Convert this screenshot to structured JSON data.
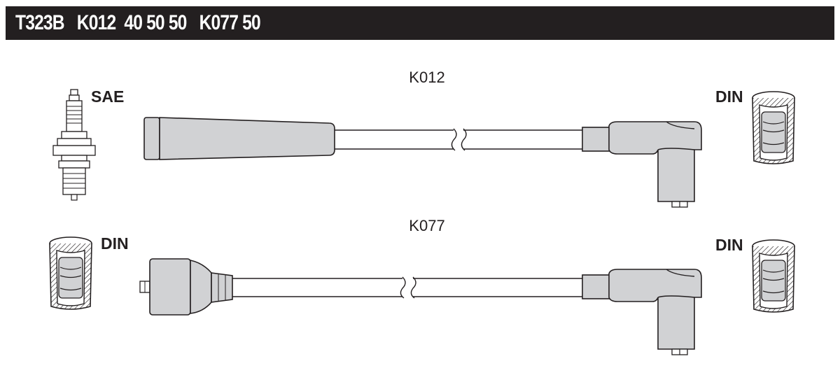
{
  "header": {
    "title": "T323B   K012  40 50 50   K077 50"
  },
  "cables": [
    {
      "label": "K012",
      "left_end": "SAE",
      "right_end": "DIN"
    },
    {
      "label": "K077",
      "left_end": "DIN",
      "right_end": "DIN"
    }
  ]
}
